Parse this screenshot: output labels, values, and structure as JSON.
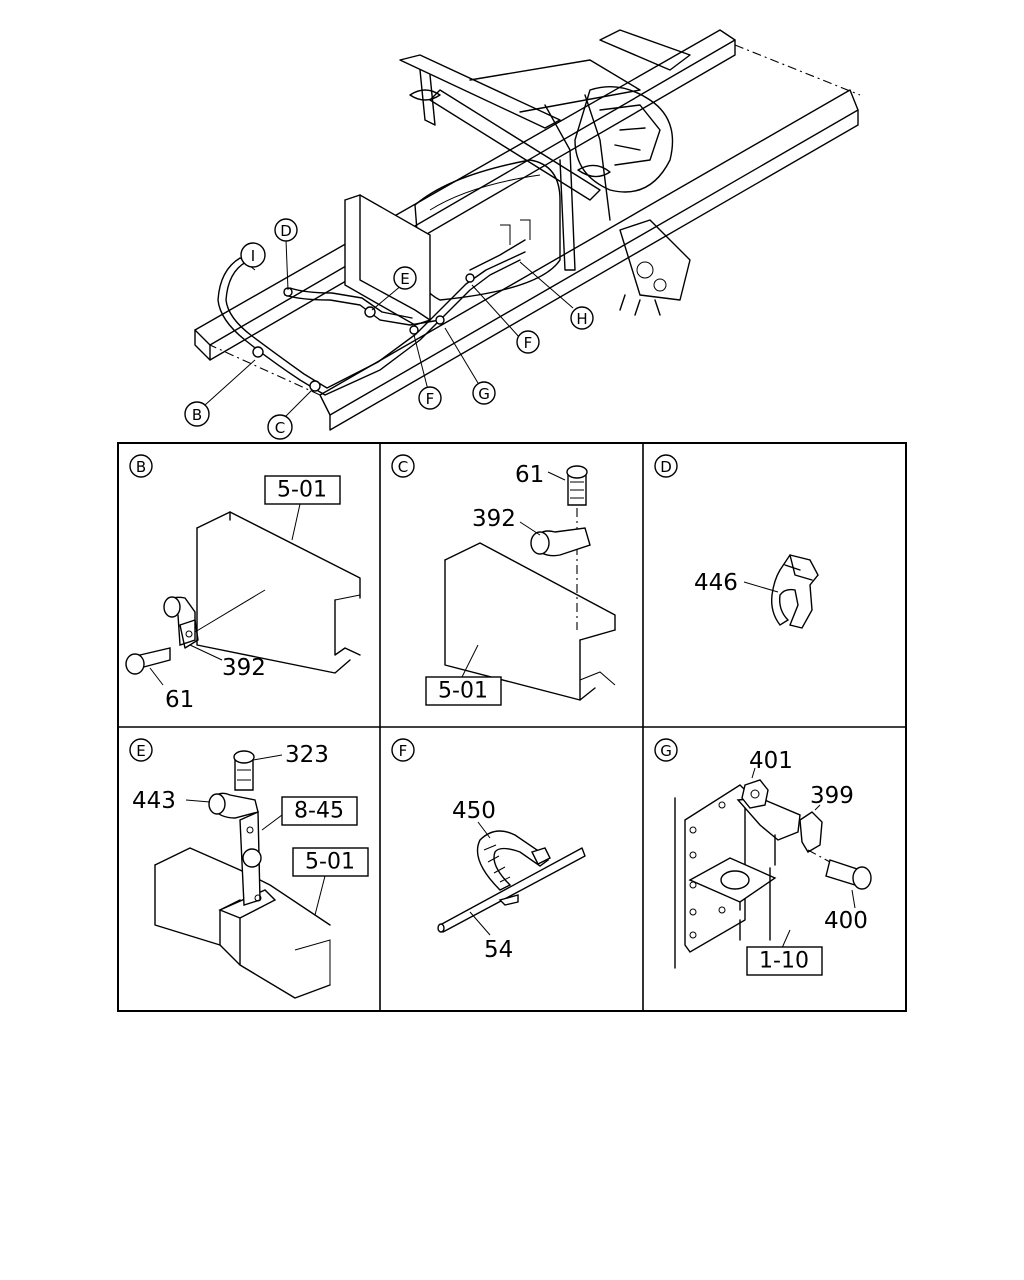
{
  "overview": {
    "callouts": [
      "I",
      "D",
      "E",
      "B",
      "C",
      "F",
      "G",
      "F",
      "H"
    ]
  },
  "panels": [
    {
      "id": "B",
      "refs": [
        "5-01"
      ],
      "parts": [
        "392",
        "61"
      ]
    },
    {
      "id": "C",
      "refs": [
        "5-01"
      ],
      "parts": [
        "61",
        "392"
      ]
    },
    {
      "id": "D",
      "refs": [],
      "parts": [
        "446"
      ]
    },
    {
      "id": "E",
      "refs": [
        "8-45",
        "5-01"
      ],
      "parts": [
        "323",
        "443"
      ]
    },
    {
      "id": "F",
      "refs": [],
      "parts": [
        "450",
        "54"
      ]
    },
    {
      "id": "G",
      "refs": [
        "1-10"
      ],
      "parts": [
        "401",
        "399",
        "400"
      ]
    }
  ]
}
